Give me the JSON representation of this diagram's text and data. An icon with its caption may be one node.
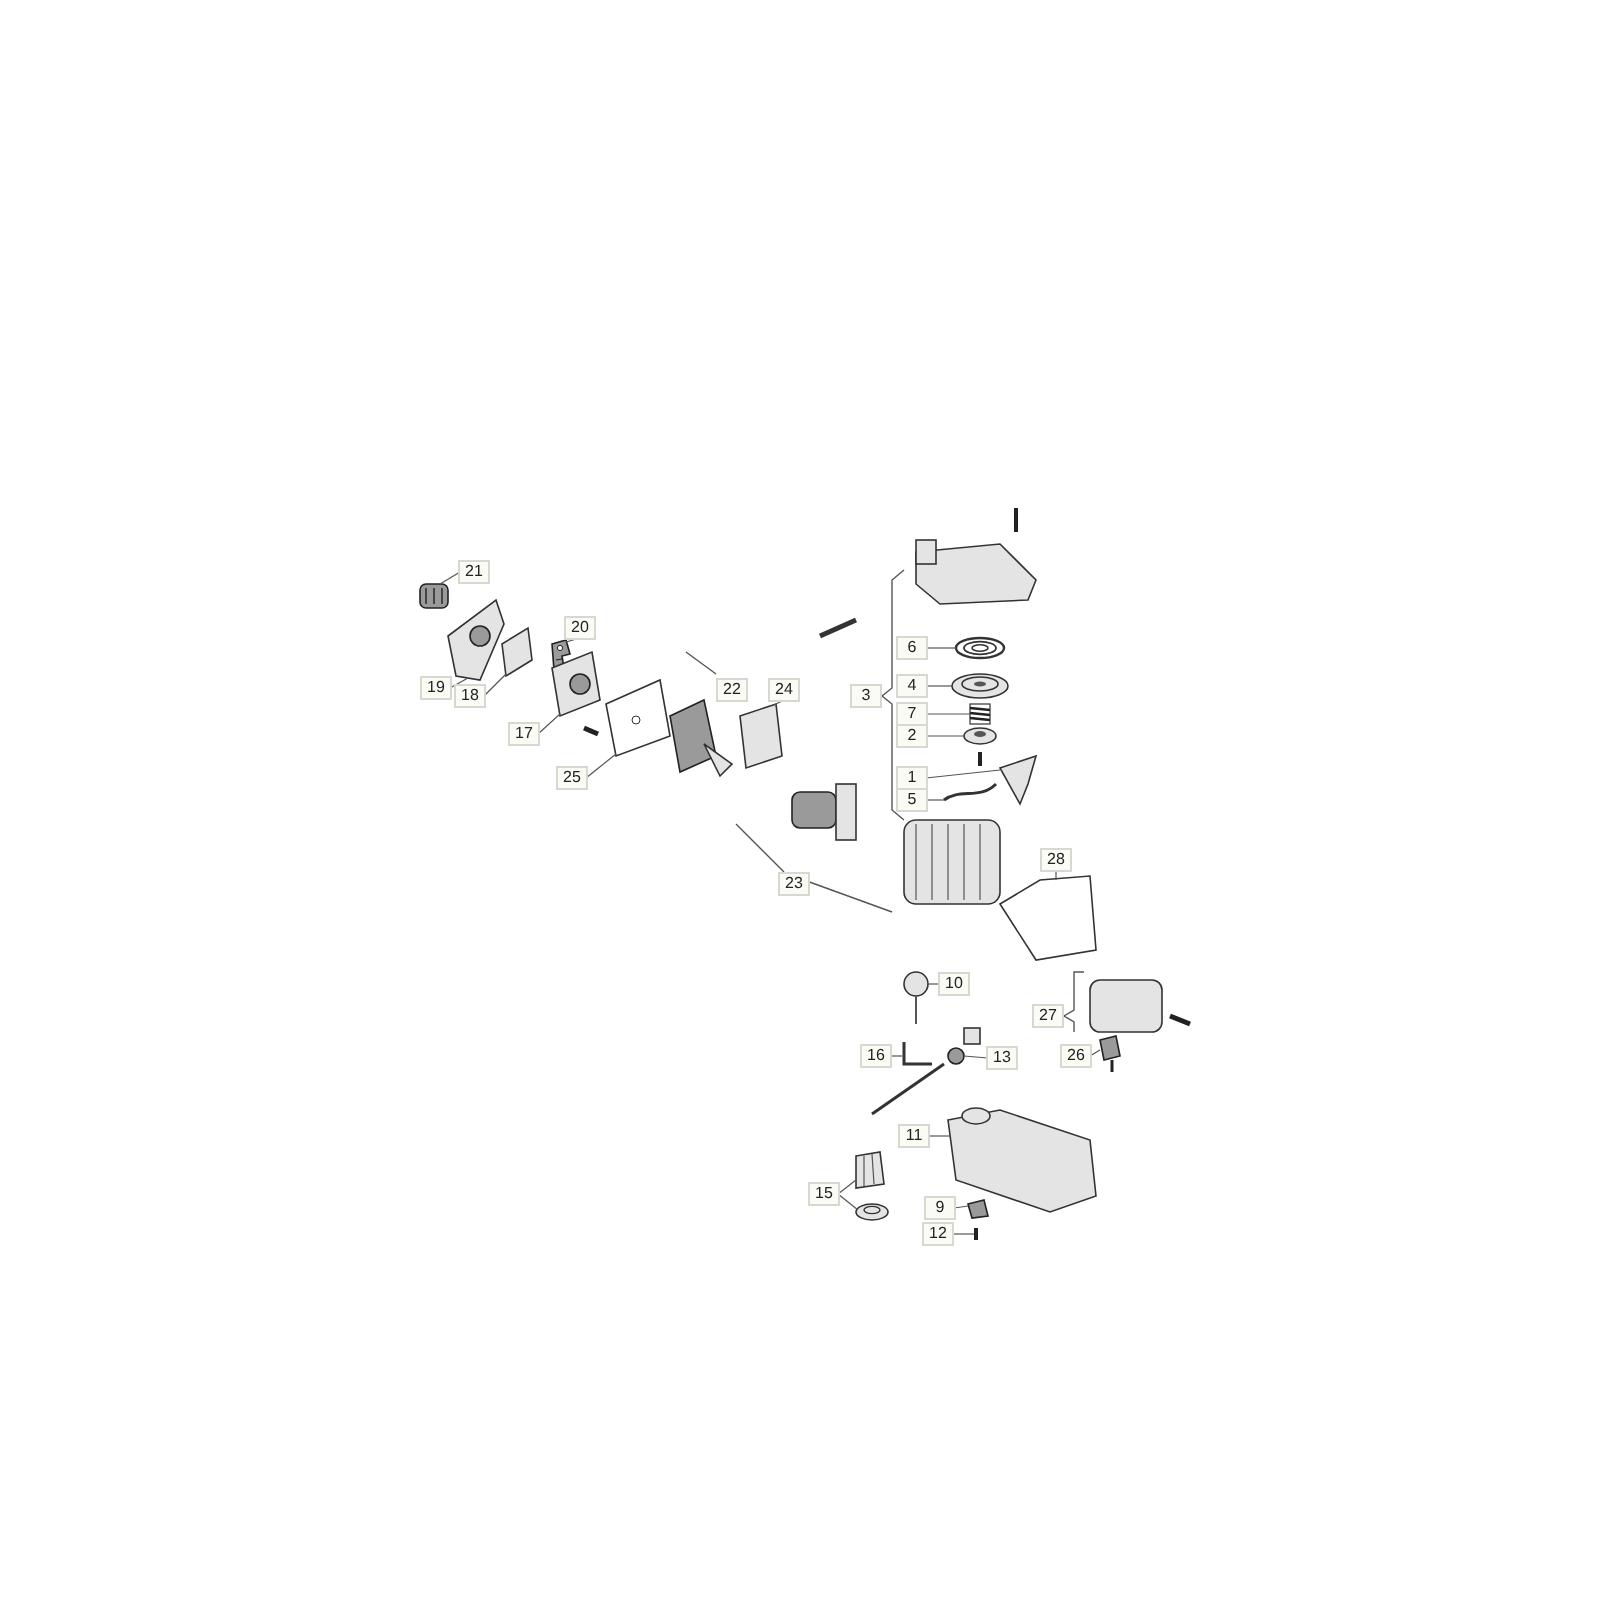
{
  "diagram": {
    "nodes": [
      {
        "text": [
          "21"
        ]
      },
      {
        "text": [
          "19"
        ]
      },
      {
        "text": [
          "18"
        ]
      },
      {
        "text": [
          "20"
        ]
      },
      {
        "text": [
          "17"
        ]
      },
      {
        "text": [
          "25"
        ]
      },
      {
        "text": [
          "22"
        ]
      },
      {
        "text": [
          "24"
        ]
      },
      {
        "text": [
          "23"
        ]
      },
      {
        "text": [
          "3"
        ]
      },
      {
        "text": [
          "6"
        ]
      },
      {
        "text": [
          "4"
        ]
      },
      {
        "text": [
          "7"
        ]
      },
      {
        "text": [
          "2"
        ]
      },
      {
        "text": [
          "1"
        ]
      },
      {
        "text": [
          "5"
        ]
      },
      {
        "text": [
          "28"
        ]
      },
      {
        "text": [
          "10"
        ]
      },
      {
        "text": [
          "16"
        ]
      },
      {
        "text": [
          "13"
        ]
      },
      {
        "text": [
          "27"
        ]
      },
      {
        "text": [
          "26"
        ]
      },
      {
        "text": [
          "11"
        ]
      },
      {
        "text": [
          "15"
        ]
      },
      {
        "text": [
          "9"
        ]
      },
      {
        "text": [
          "12"
        ]
      },
      {
        "text": [],
        "shape": "picture"
      },
      {
        "text": [],
        "shape": "picture"
      },
      {
        "text": [],
        "shape": "picture"
      },
      {
        "text": [],
        "shape": "picture"
      },
      {
        "text": [],
        "shape": "picture"
      },
      {
        "text": [],
        "shape": "picture"
      },
      {
        "text": [],
        "shape": "picture"
      },
      {
        "text": [],
        "shape": "picture"
      },
      {
        "text": [],
        "shape": "picture"
      },
      {
        "text": [],
        "shape": "picture"
      },
      {
        "text": [],
        "shape": "picture"
      },
      {
        "text": [],
        "shape": "picture"
      },
      {
        "text": [],
        "shape": "picture"
      },
      {
        "text": [],
        "shape": "picture"
      },
      {
        "text": [],
        "shape": "picture"
      },
      {
        "text": [],
        "shape": "picture"
      },
      {
        "text": [],
        "shape": "picture"
      },
      {
        "text": [],
        "shape": "picture"
      },
      {
        "text": [],
        "shape": "picture"
      },
      {
        "text": [],
        "shape": "picture"
      },
      {
        "text": [],
        "shape": "picture"
      },
      {
        "text": [],
        "shape": "picture"
      },
      {
        "text": [],
        "shape": "picture"
      }
    ],
    "edges": [
      {
        "from": 0,
        "to": 26,
        "arrow": "none"
      },
      {
        "from": 1,
        "to": 27,
        "arrow": "none"
      },
      {
        "from": 2,
        "to": 28,
        "arrow": "none"
      },
      {
        "from": 3,
        "to": 29,
        "arrow": "none"
      },
      {
        "from": 4,
        "to": 30,
        "arrow": "none"
      },
      {
        "from": 5,
        "to": 31,
        "arrow": "none"
      },
      {
        "from": 7,
        "to": 32,
        "arrow": "none"
      },
      {
        "from": 10,
        "to": 33,
        "arrow": "none"
      },
      {
        "from": 11,
        "to": 34,
        "arrow": "none"
      },
      {
        "from": 12,
        "to": 35,
        "arrow": "none"
      },
      {
        "from": 13,
        "to": 36,
        "arrow": "none"
      },
      {
        "from": 14,
        "to": 37,
        "arrow": "none"
      },
      {
        "from": 15,
        "to": 38,
        "arrow": "none"
      },
      {
        "from": 16,
        "to": 39,
        "arrow": "none"
      },
      {
        "from": 17,
        "to": 40,
        "arrow": "none"
      },
      {
        "from": 18,
        "to": 41,
        "arrow": "none"
      },
      {
        "from": 19,
        "to": 42,
        "arrow": "none"
      },
      {
        "from": 21,
        "to": 43,
        "arrow": "none"
      },
      {
        "from": 22,
        "to": 44,
        "arrow": "none"
      },
      {
        "from": 23,
        "to": 45,
        "arrow": "none"
      },
      {
        "from": 23,
        "to": 46,
        "arrow": "none"
      },
      {
        "from": 24,
        "to": 47,
        "arrow": "none"
      },
      {
        "from": 25,
        "to": 48,
        "arrow": "none"
      }
    ]
  }
}
